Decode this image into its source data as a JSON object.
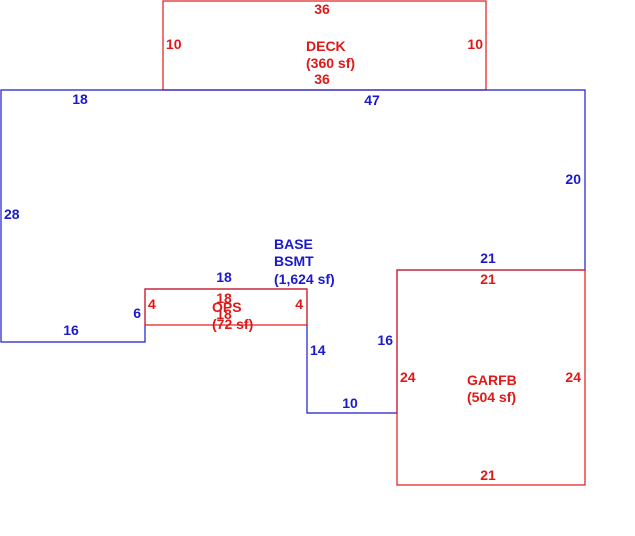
{
  "colors": {
    "main": "#1a1acc",
    "secondary": "#e01818"
  },
  "deck": {
    "name": "DECK",
    "area": "(360 sf)",
    "dim_top": "36",
    "dim_bottom": "36",
    "dim_left": "10",
    "dim_right": "10"
  },
  "base": {
    "name1": "BASE",
    "name2": "BSMT",
    "area": "(1,624 sf)",
    "dim_top_left": "18",
    "dim_top_right": "47",
    "dim_right": "20",
    "dim_left": "28",
    "dim_bottom_left": "16",
    "dim_notch_left": "6",
    "dim_notch_top": "18",
    "dim_notch_right": "14",
    "dim_bottom_mid": "10",
    "dim_step_left": "16",
    "dim_garage_top": "21"
  },
  "ops": {
    "name": "OPS",
    "area": "(72 sf)",
    "dim_top": "18",
    "dim_bottom": "18",
    "dim_left": "4",
    "dim_right": "4"
  },
  "garage": {
    "name": "GARFB",
    "area": "(504 sf)",
    "dim_top": "21",
    "dim_bottom": "21",
    "dim_left": "24",
    "dim_right": "24"
  }
}
